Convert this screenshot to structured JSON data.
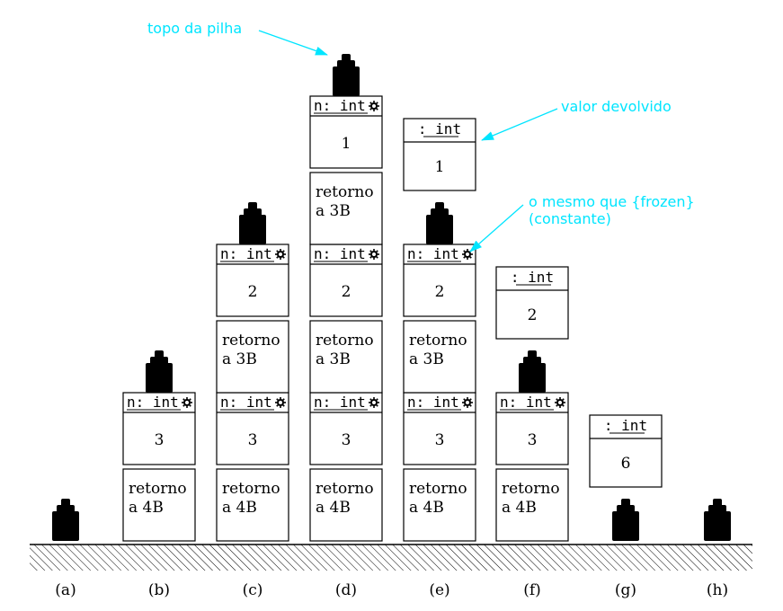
{
  "annotations": {
    "top_of_stack": "topo da pilha",
    "returned_value": "valor devolvido",
    "frozen_line1": "o mesmo que {frozen}",
    "frozen_line2": "(constante)"
  },
  "colors": {
    "annotation": "#00e5ff",
    "ink": "#000000",
    "background": "#ffffff"
  },
  "icons": {
    "frame_property": "gear-icon",
    "stack_top_marker": "weight-icon"
  },
  "strings": {
    "var_header": "n: int",
    "int_header": ": int",
    "return_line1": "retorno",
    "return_3b_line2": "a 3B",
    "return_4b_line2": "a 4B"
  },
  "columns": [
    {
      "label": "(a)",
      "frames": [],
      "returned": null
    },
    {
      "label": "(b)",
      "frames": [
        {
          "n": "3",
          "ret": "a 4B"
        }
      ],
      "returned": null
    },
    {
      "label": "(c)",
      "frames": [
        {
          "n": "3",
          "ret": "a 4B"
        },
        {
          "n": "2",
          "ret": "a 3B"
        }
      ],
      "returned": null
    },
    {
      "label": "(d)",
      "frames": [
        {
          "n": "3",
          "ret": "a 4B"
        },
        {
          "n": "2",
          "ret": "a 3B"
        },
        {
          "n": "1",
          "ret": "a 3B"
        }
      ],
      "returned": null
    },
    {
      "label": "(e)",
      "frames": [
        {
          "n": "3",
          "ret": "a 4B"
        },
        {
          "n": "2",
          "ret": "a 3B"
        }
      ],
      "returned": "1"
    },
    {
      "label": "(f)",
      "frames": [
        {
          "n": "3",
          "ret": "a 4B"
        }
      ],
      "returned": "2"
    },
    {
      "label": "(g)",
      "frames": [],
      "returned": "6"
    },
    {
      "label": "(h)",
      "frames": [],
      "returned": null
    }
  ]
}
